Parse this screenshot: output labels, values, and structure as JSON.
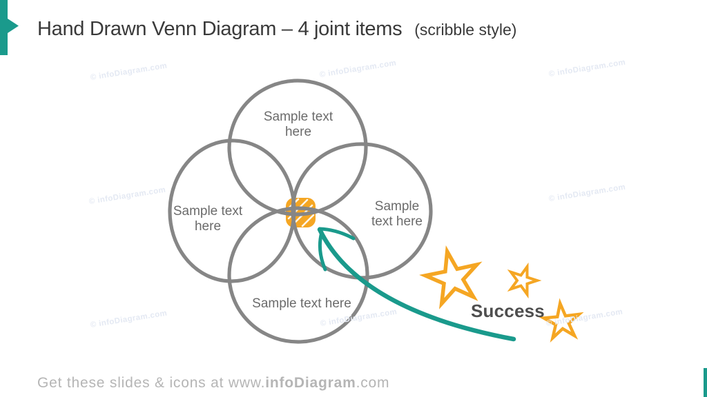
{
  "slide": {
    "title": {
      "main": "Hand Drawn Venn Diagram – 4 joint items",
      "suffix": "(scribble style)"
    },
    "watermark_text": "© infoDiagram.com",
    "footer": {
      "prefix": "Get these slides & icons at www.",
      "brand": "infoDiagram",
      "suffix": ".com"
    }
  },
  "diagram": {
    "type": "venn-4-joint",
    "labels": {
      "top": "Sample text\nhere",
      "left": "Sample text\nhere",
      "right": "Sample\ntext here",
      "bottom": "Sample text here"
    },
    "annotation": {
      "label": "Success"
    }
  },
  "colors": {
    "accent_teal": "#1A9A8C",
    "star_orange": "#F5A623",
    "circle_gray": "#868686",
    "label_gray": "#6B6B6B",
    "annotation_gray": "#4E4E4E",
    "title_color": "#3A3A3A",
    "footer_gray": "#B5B5B5",
    "watermark_color": "#E4E9F3"
  }
}
